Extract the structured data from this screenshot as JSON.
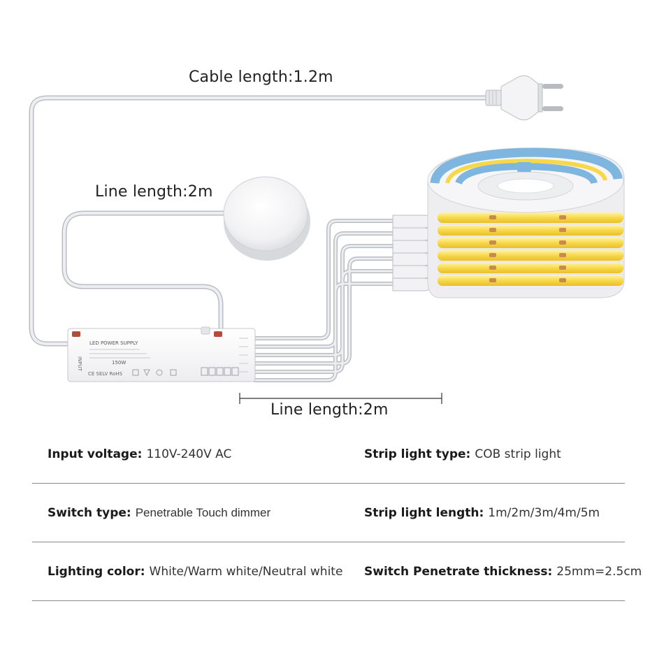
{
  "labels": {
    "cable_length": "Cable length:1.2m",
    "switch_line_length": "Line length:2m",
    "output_line_length": "Line length:2m"
  },
  "power_supply": {
    "title": "LED POWER SUPPLY",
    "input_label": "INPUT",
    "wattage": "150W",
    "marks": "CE  SELV  RoHS"
  },
  "specs": [
    {
      "left": {
        "label": "Input voltage:",
        "value": "110V-240V AC"
      },
      "right": {
        "label": "Strip light type:",
        "value": "COB strip light"
      }
    },
    {
      "left": {
        "label": "Switch type:",
        "value": "Penetrable Touch dimmer"
      },
      "right": {
        "label": "Strip light length:",
        "value": "1m/2m/3m/4m/5m"
      }
    },
    {
      "left": {
        "label": "Lighting color:",
        "value": "White/Warm white/Neutral white"
      },
      "right": {
        "label": "Switch Penetrate thickness:",
        "value": "25mm=2.5cm"
      }
    }
  ],
  "colors": {
    "cable": "#e9ebee",
    "cable_edge": "#b9bcc2",
    "strip_yellow": "#f7d84a",
    "reel_blue": "#7fb6e0",
    "divider": "#8a8a8a"
  }
}
